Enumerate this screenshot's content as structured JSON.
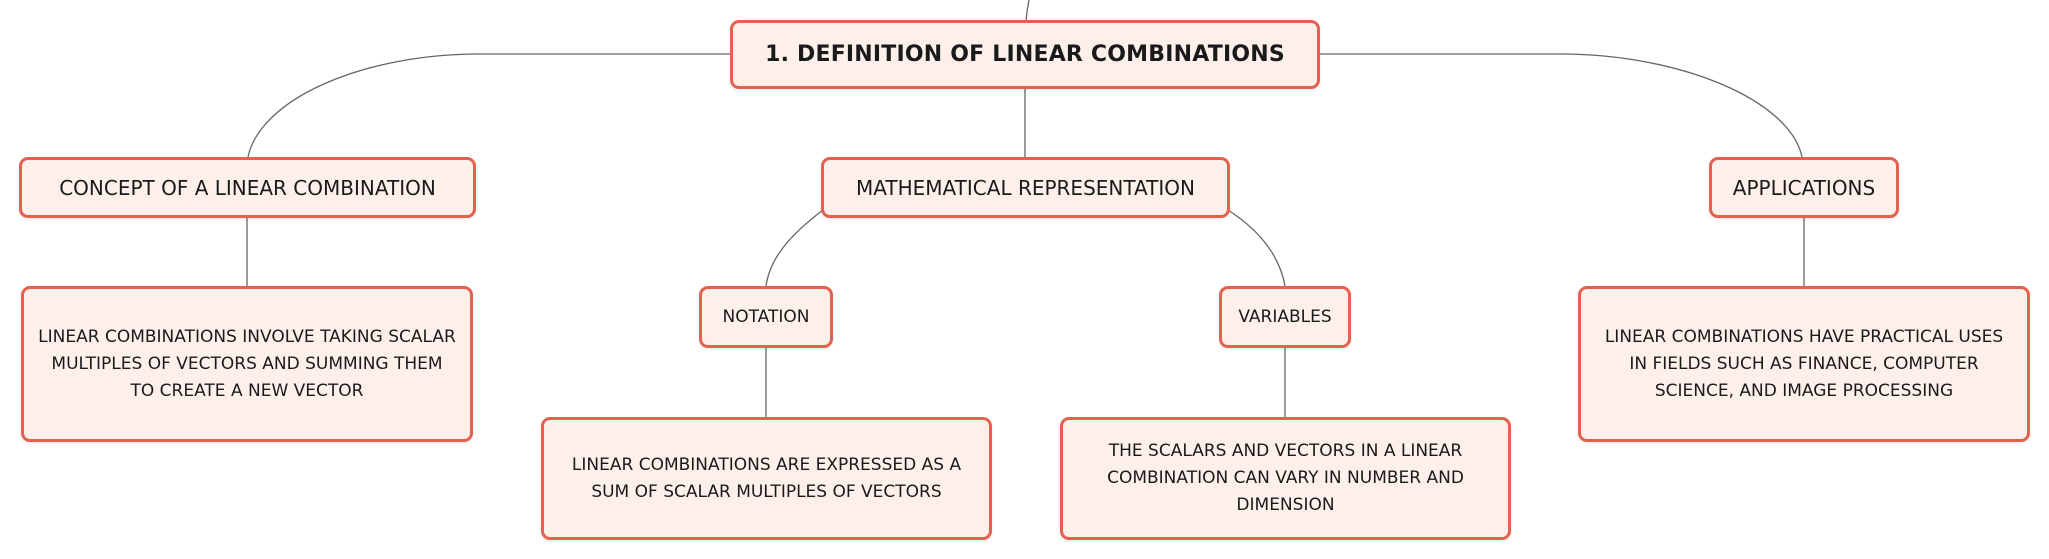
{
  "mindmap": {
    "root": {
      "label": "1. DEFINITION OF LINEAR COMBINATIONS"
    },
    "branches": {
      "concept": {
        "label": "CONCEPT OF A LINEAR COMBINATION",
        "description": "LINEAR COMBINATIONS INVOLVE TAKING SCALAR MULTIPLES OF VECTORS AND SUMMING THEM TO CREATE A NEW VECTOR"
      },
      "math": {
        "label": "MATHEMATICAL REPRESENTATION",
        "children": {
          "notation": {
            "label": "NOTATION",
            "description": "LINEAR COMBINATIONS ARE EXPRESSED AS A SUM OF SCALAR MULTIPLES OF VECTORS"
          },
          "variables": {
            "label": "VARIABLES",
            "description": "THE SCALARS AND VECTORS IN A LINEAR COMBINATION CAN VARY IN NUMBER AND DIMENSION"
          }
        }
      },
      "applications": {
        "label": "APPLICATIONS",
        "description": "LINEAR COMBINATIONS HAVE PRACTICAL USES IN FIELDS SUCH AS FINANCE, COMPUTER SCIENCE, AND IMAGE PROCESSING"
      }
    },
    "colors": {
      "node_border": "#e3624f",
      "node_fill": "#fdf0eb",
      "connector": "#666666",
      "text": "#1a1a1a"
    }
  }
}
